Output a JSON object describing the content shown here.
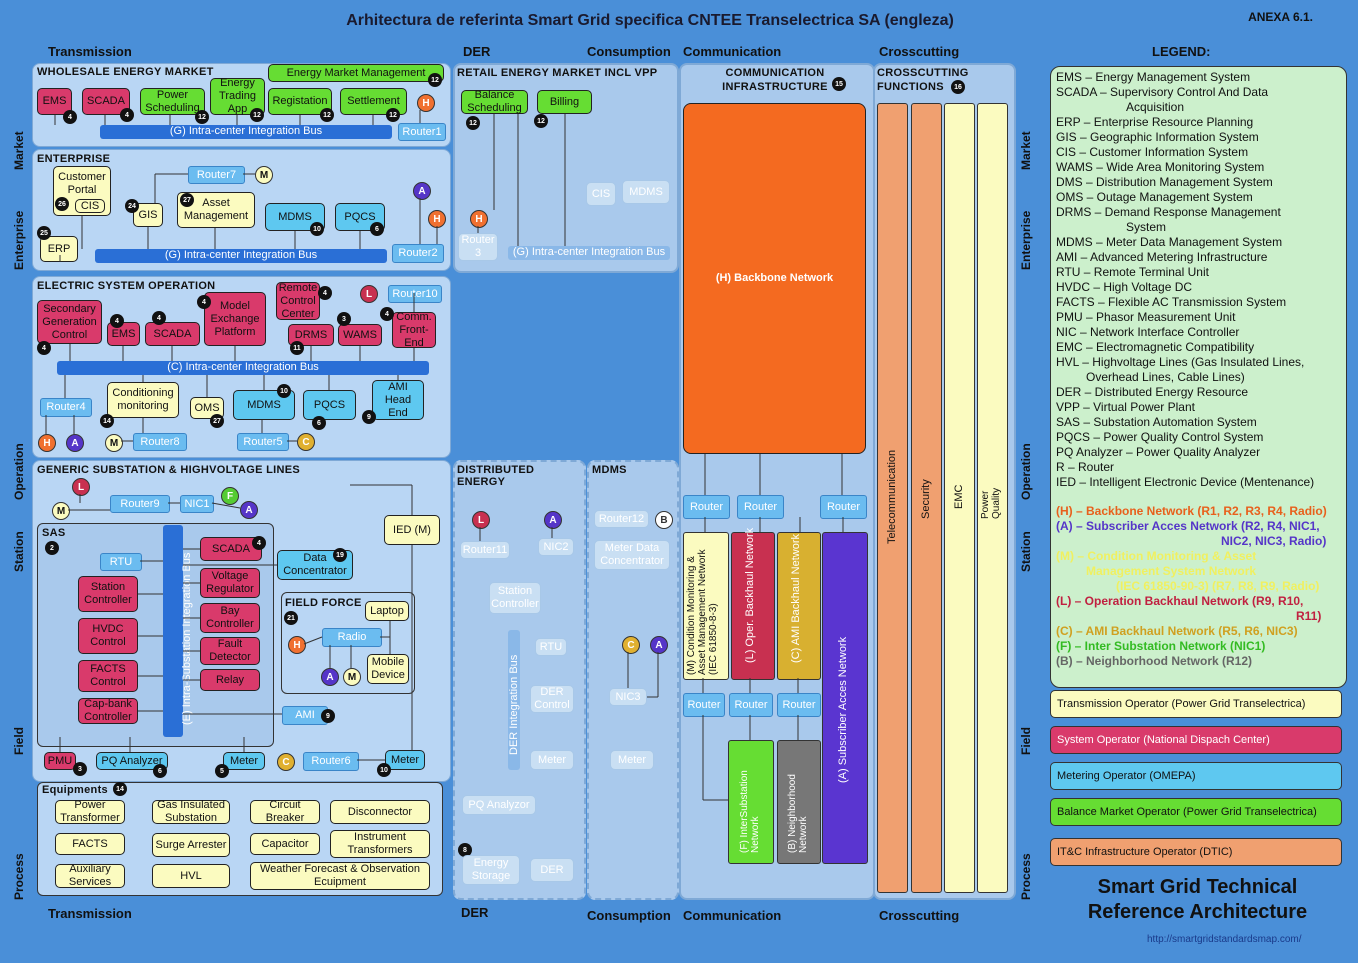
{
  "title": "Arhitectura de referinta Smart Grid specifica CNTEE Transelectrica SA (engleza)",
  "annex": "ANEXA 6.1.",
  "columns": {
    "transmission": "Transmission",
    "der": "DER",
    "consumption": "Consumption",
    "communication": "Communication",
    "crosscutting": "Crosscutting",
    "legend": "LEGEND:"
  },
  "side_labels": {
    "market": "Market",
    "enterprise": "Enterprise",
    "operation": "Operation",
    "station": "Station",
    "field": "Field",
    "process": "Process"
  },
  "wholesale": {
    "title": "WHOLESALE ENERGY MARKET",
    "ems": "EMS",
    "scada": "SCADA",
    "power_scheduling": "Power Scheduling",
    "energy_trading": "Energy Trading App",
    "energy_market_mgmt": "Energy Market Management",
    "registration": "Registation",
    "settlement": "Settlement",
    "bus": "(G) Intra-center Integration Bus",
    "router": "Router1"
  },
  "enterprise": {
    "title": "ENTERPRISE",
    "customer_portal": "Customer Portal",
    "cis": "CIS",
    "gis": "GIS",
    "asset_mgmt": "Asset Management",
    "mdms": "MDMS",
    "pqcs": "PQCS",
    "erp": "ERP",
    "router7": "Router7",
    "bus": "(G) Intra-center Integration Bus",
    "router2": "Router2"
  },
  "retail": {
    "title": "RETAIL ENERGY MARKET INCL VPP",
    "balance": "Balance Scheduling",
    "billing": "Billing",
    "cis": "CIS",
    "mdms": "MDMS",
    "router3": "Router 3",
    "bus": "(G) Intra-center Integration Bus"
  },
  "operation": {
    "title": "ELECTRIC SYSTEM OPERATION",
    "secondary": "Secondary Generation Control",
    "ems": "EMS",
    "scada": "SCADA",
    "model_exchange": "Model Exchange Platform",
    "remote": "Remote Control Center",
    "drms": "DRMS",
    "wams": "WAMS",
    "comm_front": "Comm. Front-End",
    "router10": "Router10",
    "bus": "(C) Intra-center Integration Bus",
    "router4": "Router4",
    "cond_mon": "Conditioning monitoring",
    "oms": "OMS",
    "mdms": "MDMS",
    "pqcs": "PQCS",
    "ami_head": "AMI Head End",
    "router8": "Router8",
    "router5": "Router5"
  },
  "substation": {
    "title": "GENERIC SUBSTATION & HIGHVOLTAGE LINES",
    "router9": "Router9",
    "nic1": "NIC1",
    "ied": "IED (M)",
    "sas": "SAS",
    "rtu": "RTU",
    "scada": "SCADA",
    "station_ctrl": "Station Controller",
    "hvdc": "HVDC Control",
    "facts": "FACTS Control",
    "capbank": "Cap-bank Controller",
    "voltage_reg": "Voltage Regulator",
    "bay_ctrl": "Bay Controller",
    "fault": "Fault Detector",
    "relay": "Relay",
    "bus": "(E) Intra-Substation Integration Bus",
    "data_conc": "Data Concentrator",
    "field_force": "FIELD FORCE",
    "laptop": "Laptop",
    "radio": "Radio",
    "mobile": "Mobile Device",
    "ami": "AMI",
    "pmu": "PMU",
    "pq": "PQ Analyzer",
    "meter": "Meter",
    "router6": "Router6",
    "meter2": "Meter"
  },
  "equipments": {
    "title": "Equipments",
    "items": [
      "Power Transformer",
      "Gas Insulated Substation",
      "Circuit Breaker",
      "Disconnector",
      "FACTS",
      "Surge Arrester",
      "Capacitor",
      "Instrument Transformers",
      "Auxiliary Services",
      "HVL",
      "Weather Forecast & Observation Ecuipment"
    ]
  },
  "dist_energy": {
    "title": "DISTRIBUTED ENERGY",
    "router11": "Router11",
    "nic2": "NIC2",
    "station_ctrl": "Station Controller",
    "rtu": "RTU",
    "der_ctrl": "DER Control",
    "bus": "DER Integration Bus",
    "meter": "Meter",
    "pq": "PQ Analyzor",
    "storage": "Energy Storage",
    "der": "DER"
  },
  "mdms_zone": {
    "title": "MDMS",
    "router12": "Router12",
    "meter_conc": "Meter Data Concentrator",
    "nic3": "NIC3",
    "meter": "Meter"
  },
  "communication": {
    "title": "COMMUNICATION INFRASTRUCTURE",
    "backbone": "(H) Backbone Network",
    "router": "Router",
    "cond_net": "(M) Condition Monitoring & Asset Management Network (IEC 61850-8-3)",
    "oper_backhaul": "(L) Oper. Backhaul Network",
    "ami_backhaul": "(C) AMI Backhaul Network",
    "subscriber": "(A) Subscriber Acces Network",
    "intersub": "(F) InterSubstation Network",
    "neighborhood": "(B) Neighborhood Network"
  },
  "crosscutting": {
    "title": "CROSSCUTTING FUNCTIONS",
    "bars": [
      "Telecommunication",
      "Security",
      "EMC",
      "Power Quality"
    ]
  },
  "legend": {
    "lines": [
      "EMS – Energy Management System",
      "SCADA – Supervisory Control And Data",
      "Acquisition",
      "ERP – Enterprise Resource Planning",
      "GIS – Geographic Information System",
      "CIS – Customer Information System",
      "WAMS – Wide Area Monitoring System",
      "DMS – Distribution Management System",
      "OMS – Outage Management System",
      "DRMS – Demand Response Management",
      "System",
      "MDMS – Meter Data Management System",
      "AMI – Advanced Metering Infrastructure",
      "RTU – Remote Terminal Unit",
      "HVDC – High Voltage DC",
      "FACTS – Flexible AC Transmission System",
      "PMU – Phasor Measurement Unit",
      "NIC – Network Interface Controller",
      "EMC – Electromagnetic Compatibility",
      "HVL – Highvoltage Lines (Gas Insulated Lines,",
      "Overhead Lines, Cable Lines)",
      "DER – Distributed Energy Resource",
      "VPP – Virtual Power Plant",
      "SAS – Substation Automation System",
      "PQCS – Power Quality Control System",
      "PQ Analyzer – Power Quality Analyzer",
      "R – Router",
      "IED – Intelligent Electronic Device (Mentenance)"
    ],
    "networks": [
      {
        "text": "(H) – Backbone Network (R1, R2, R3, R4, Radio)",
        "color": "#e8601c"
      },
      {
        "text": "(A) – Subscriber Acces Network (R2, R4, NIC1,",
        "color": "#5535c8"
      },
      {
        "text": "NIC2, NIC3, Radio)",
        "color": "#5535c8"
      },
      {
        "text": "(M) – Condition Monitoring & Asset",
        "color": "#f0f060"
      },
      {
        "text": "Management System Network",
        "color": "#f0f060"
      },
      {
        "text": "(IEC 61850-90-3) (R7, R8, R9, Radio)",
        "color": "#f0f060"
      },
      {
        "text": "(L) – Operation Backhaul Network (R9, R10,",
        "color": "#c02040"
      },
      {
        "text": "R11)",
        "color": "#c02040"
      },
      {
        "text": "(C) – AMI Backhaul Network (R5, R6, NIC3)",
        "color": "#d0a020"
      },
      {
        "text": "(F) – Inter Substation Network (NIC1)",
        "color": "#33bb22"
      },
      {
        "text": "(B) – Neighborhood Network (R12)",
        "color": "#666666"
      }
    ],
    "operators": [
      {
        "text": "Transmission Operator (Power Grid Transelectrica)",
        "color": "#fbfbc0"
      },
      {
        "text": "System Operator (National Dispach Center)",
        "color": "#d93a6b"
      },
      {
        "text": "Metering Operator (OMEPA)",
        "color": "#5ec8f0"
      },
      {
        "text": "Balance Market Operator (Power Grid Transelectrica)",
        "color": "#66dd33"
      },
      {
        "text": "IT&C Infrastructure Operator (DTIC)",
        "color": "#f0a070"
      }
    ]
  },
  "footer": {
    "title1": "Smart Grid Technical",
    "title2": "Reference Architecture",
    "url": "http://smartgridstandardsmap.com/"
  }
}
